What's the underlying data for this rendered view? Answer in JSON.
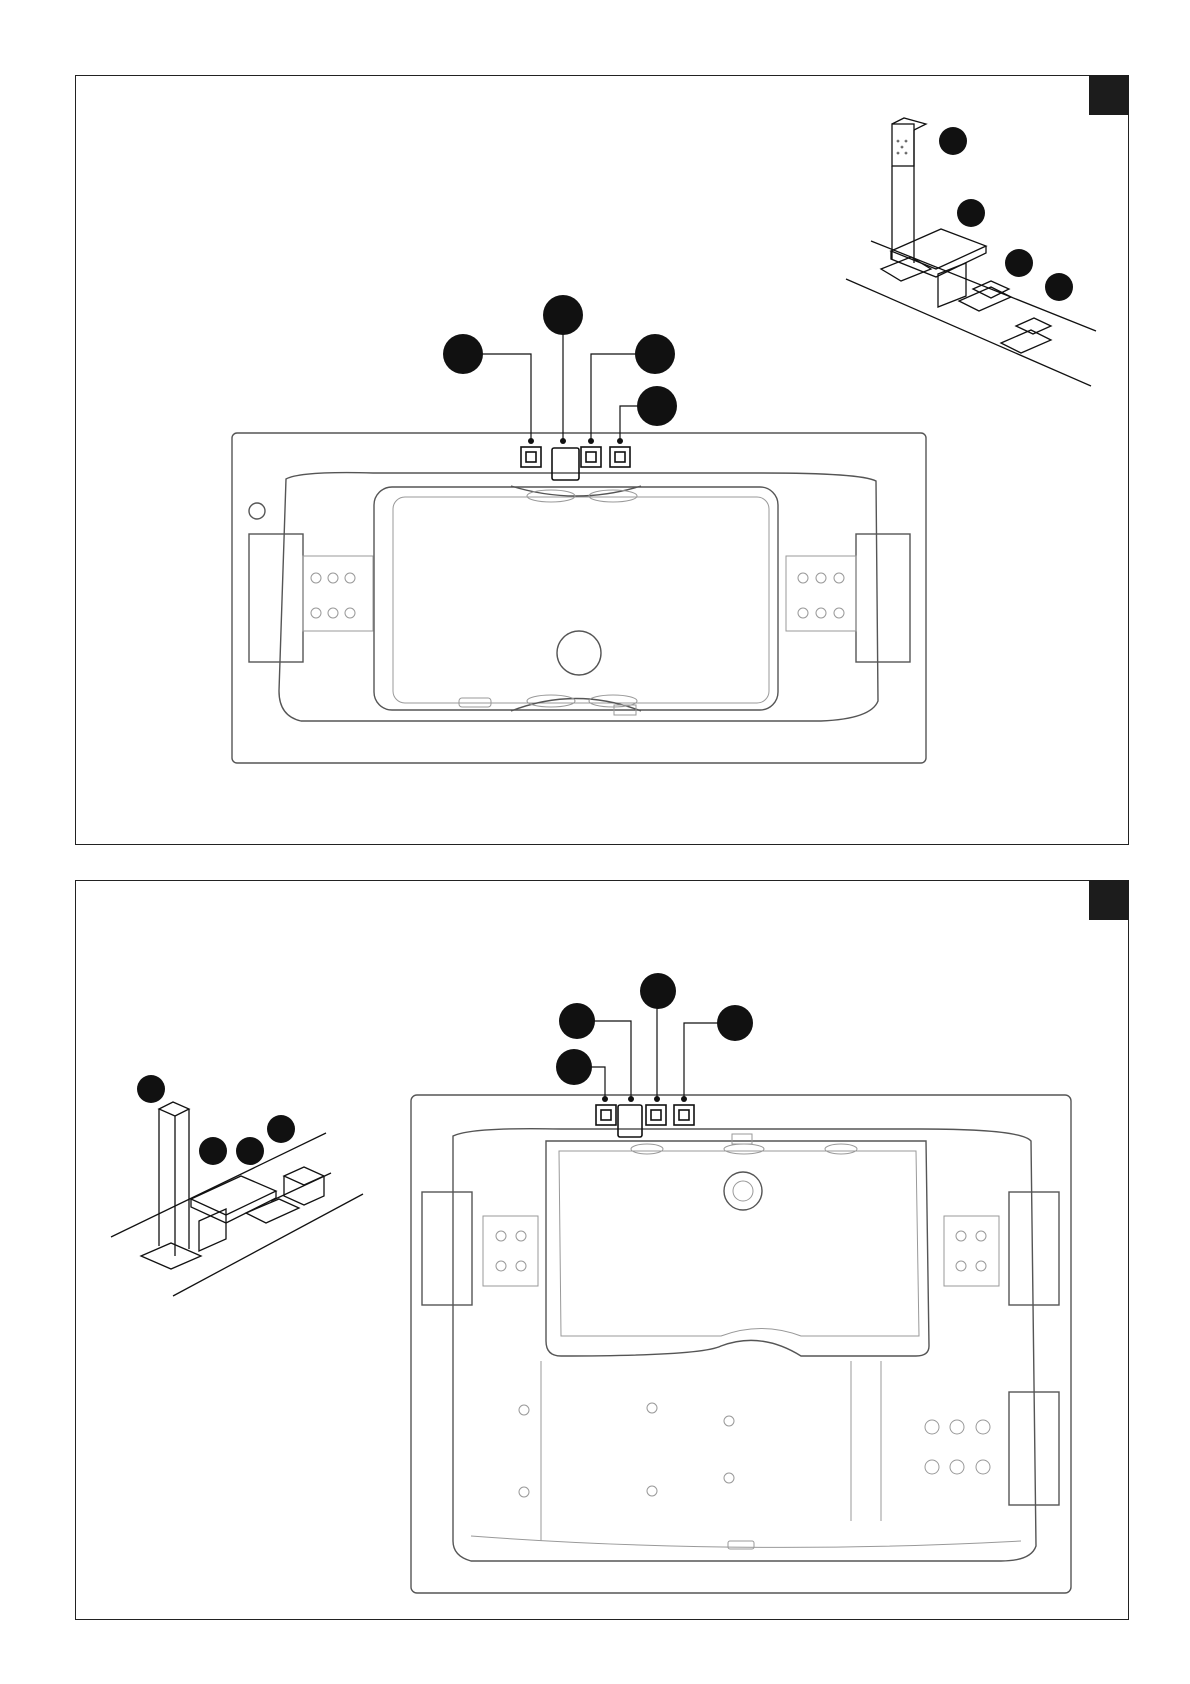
{
  "panels": [
    {
      "id": "top",
      "callouts": 4,
      "faucet_callouts": 4
    },
    {
      "id": "bottom",
      "callouts": 4,
      "faucet_callouts": 4
    }
  ],
  "colors": {
    "callout": "#111111",
    "outline": "#555555",
    "tab": "#1c1c1c"
  },
  "icons": [
    "callout-marker-icon",
    "faucet-illustration-icon",
    "jet-nozzle-icon",
    "hand-shower-icon"
  ]
}
